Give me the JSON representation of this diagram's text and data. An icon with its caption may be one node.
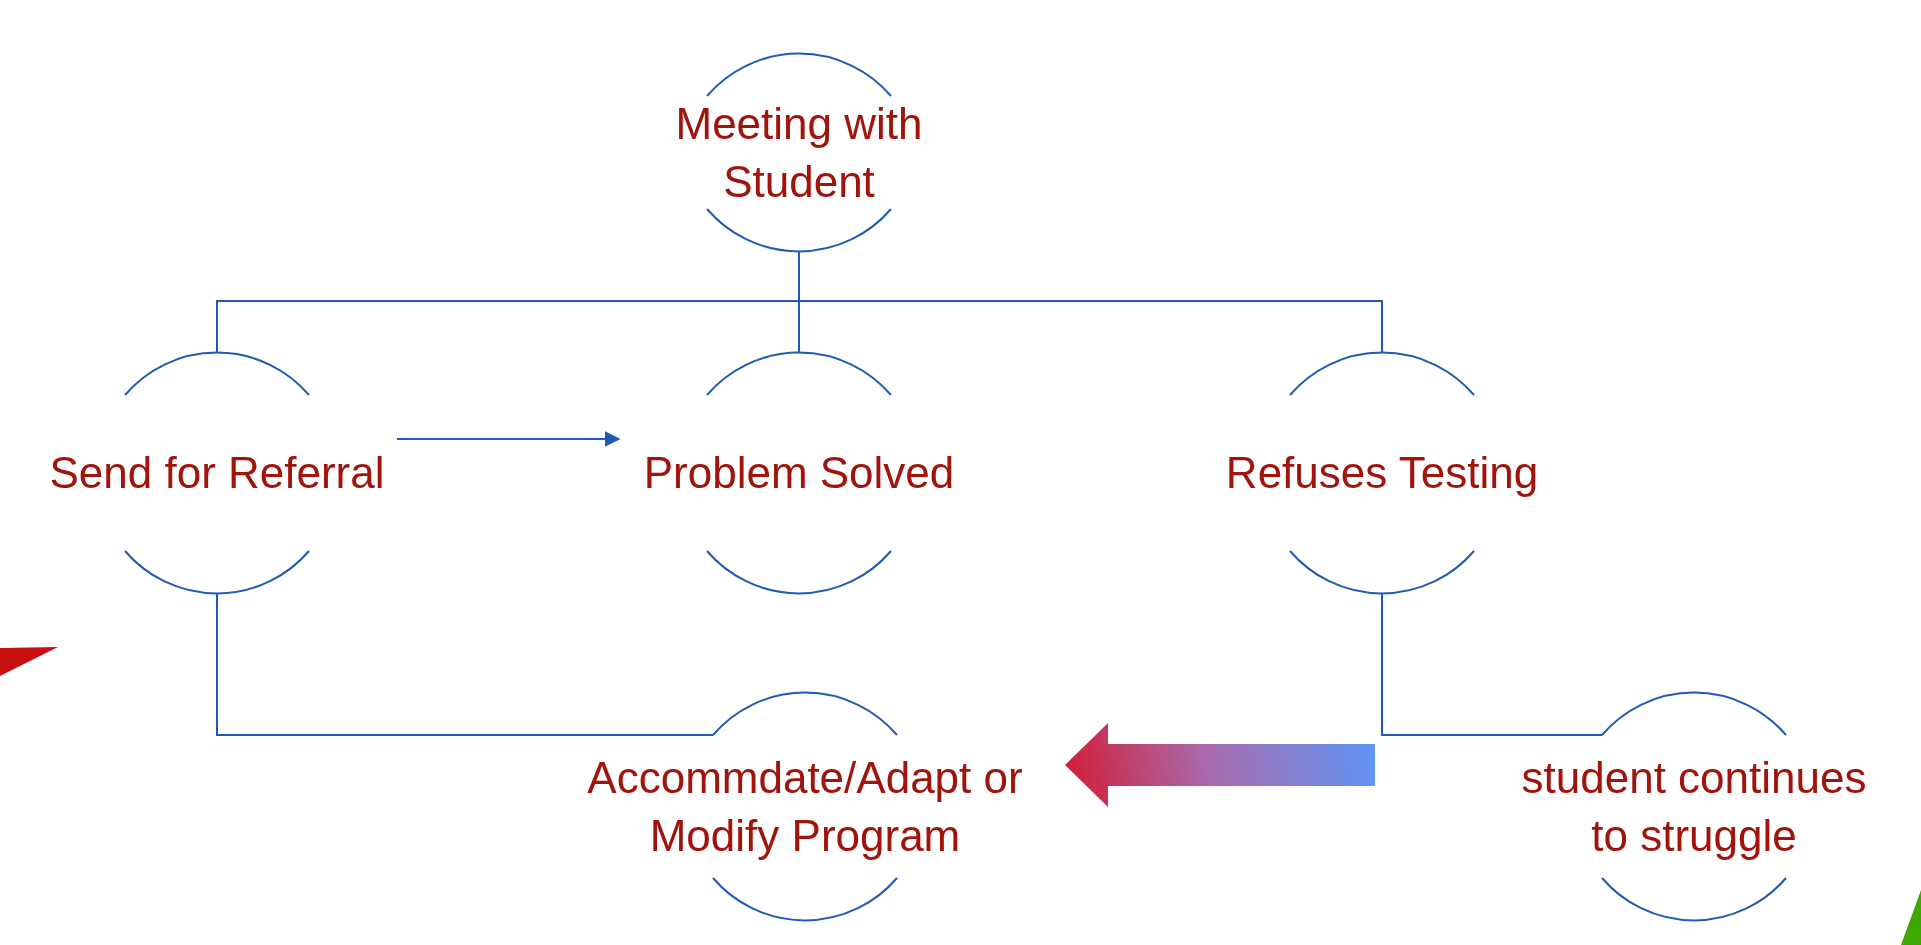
{
  "diagram": {
    "nodes": [
      {
        "text": [
          "Meeting with Student"
        ]
      },
      {
        "text": [
          "Send for Referral"
        ]
      },
      {
        "text": [
          "Problem Solved"
        ]
      },
      {
        "text": [
          "Refuses Testing"
        ]
      },
      {
        "text": [
          "Accommdate/Adapt or Modify Program"
        ]
      },
      {
        "text": [
          "student continues to struggle"
        ]
      }
    ],
    "edges": [
      {
        "from": 0,
        "to": 1,
        "arrow": "none"
      },
      {
        "from": 0,
        "to": 2,
        "arrow": "none"
      },
      {
        "from": 0,
        "to": 3,
        "arrow": "none"
      },
      {
        "from": 1,
        "to": 2,
        "arrow": "to"
      },
      {
        "from": 1,
        "to": 4,
        "arrow": "none"
      },
      {
        "from": 3,
        "to": 5,
        "arrow": "none"
      },
      {
        "from": null,
        "to": 4,
        "arrow": "to",
        "style": "thick"
      }
    ]
  }
}
